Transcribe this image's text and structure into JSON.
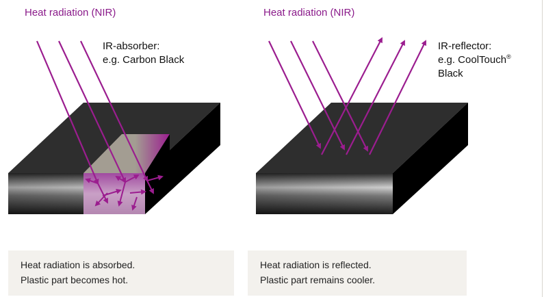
{
  "left_panel": {
    "heading": "Heat radiation (NIR)",
    "label_line1": "IR-absorber:",
    "label_line2": "e.g. Carbon Black",
    "caption_line1": "Heat radiation is absorbed.",
    "caption_line2": "Plastic part becomes hot."
  },
  "right_panel": {
    "heading": "Heat radiation (NIR)",
    "label_line1": "IR-reflector:",
    "label_line2_text": "e.g. CoolTouch",
    "label_line2_mark": "®",
    "label_line3": "Black",
    "caption_line1": "Heat radiation is reflected.",
    "caption_line2": "Plastic part remains cooler."
  },
  "colors": {
    "radiation_purple": "#9b1d8f",
    "block_top": "#2e2e2e",
    "block_side": "#000000",
    "cutaway_fill": "#a39d92",
    "caption_background": "#f3f1ed",
    "heading_text": "#8a1a8a"
  }
}
